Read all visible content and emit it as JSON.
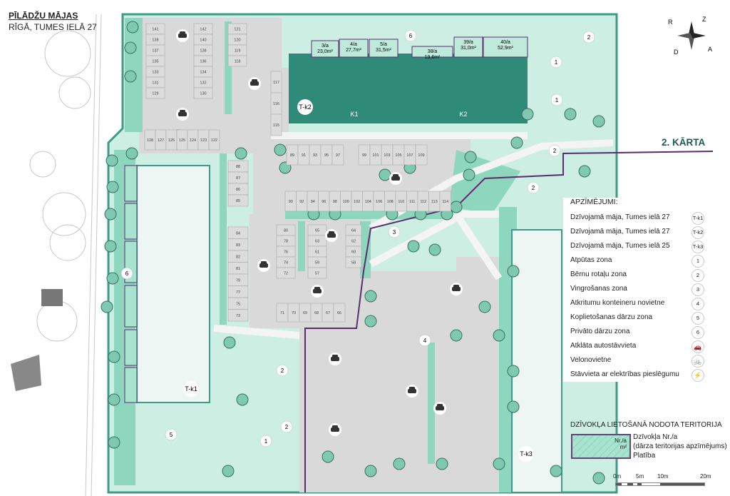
{
  "title": {
    "project": "PĪLĀDŽU MĀJAS",
    "address": "RĪGĀ, TUMES IELĀ 27"
  },
  "stage_label": "2. KĀRTA",
  "compass": {
    "n": "Z",
    "e": "A",
    "s": "D",
    "w": "R"
  },
  "buildings": {
    "tk1": "T-k1",
    "tk2": "T-k2",
    "tk3": "T-k3"
  },
  "entrances": {
    "k1": "K1",
    "k2": "K2"
  },
  "gardens": [
    {
      "nr": "3/a",
      "area": "23,0m²"
    },
    {
      "nr": "4/a",
      "area": "27,7m²"
    },
    {
      "nr": "5/a",
      "area": "31,5m²"
    },
    {
      "nr": "38/a",
      "area": "19,6m²"
    },
    {
      "nr": "39/a",
      "area": "31,0m²"
    },
    {
      "nr": "40/a",
      "area": "52,9m²"
    }
  ],
  "zone_markers": [
    "6",
    "2",
    "1",
    "1",
    "2",
    "2",
    "3",
    "4",
    "6",
    "2",
    "2",
    "5",
    "1"
  ],
  "parking": {
    "col_141": [
      "141",
      "139",
      "137",
      "135",
      "133",
      "131",
      "129"
    ],
    "col_142": [
      "142",
      "140",
      "138",
      "136",
      "134",
      "132",
      "130"
    ],
    "col_121": [
      "121",
      "120",
      "119",
      "118"
    ],
    "col_117": [
      "117",
      "116",
      "115"
    ],
    "row_128": [
      "128",
      "127",
      "126",
      "125",
      "124",
      "123",
      "122"
    ],
    "row_89": [
      "89",
      "91",
      "93",
      "95",
      "97"
    ],
    "row_99": [
      "99",
      "101",
      "103",
      "105",
      "107",
      "109"
    ],
    "row_90": [
      "90",
      "92",
      "94",
      "96",
      "98",
      "100",
      "102",
      "104",
      "106",
      "108",
      "110",
      "111",
      "112",
      "113",
      "114"
    ],
    "col_88": [
      "88",
      "87",
      "86",
      "85"
    ],
    "col_84": [
      "84",
      "83",
      "82",
      "81",
      "79",
      "77",
      "75",
      "73"
    ],
    "col_80": [
      "80",
      "78",
      "76",
      "74",
      "72"
    ],
    "col_65": [
      "65",
      "63",
      "61",
      "59",
      "57"
    ],
    "col_64": [
      "64",
      "62",
      "60",
      "58"
    ],
    "row_71": [
      "71",
      "70",
      "69",
      "68",
      "67",
      "66"
    ]
  },
  "legend": {
    "heading": "APZĪMĒJUMI:",
    "items": [
      {
        "label": "Dzīvojamā māja, Tumes ielā 27",
        "marker": "T-k1"
      },
      {
        "label": "Dzīvojamā māja, Tumes ielā 27",
        "marker": "T-k2"
      },
      {
        "label": "Dzīvojamā māja, Tumes ielā 25",
        "marker": "T-k3"
      },
      {
        "label": "Atpūtas zona",
        "marker": "1"
      },
      {
        "label": "Bērnu rotaļu zona",
        "marker": "2"
      },
      {
        "label": "Vingrošanas zona",
        "marker": "3"
      },
      {
        "label": "Atkritumu konteineru novietne",
        "marker": "4"
      },
      {
        "label": "Koplietošanas dārzu zona",
        "marker": "5"
      },
      {
        "label": "Privāto dārzu zona",
        "marker": "6"
      },
      {
        "label": "Atklāta autostāvvieta",
        "marker": "car-icon"
      },
      {
        "label": "Velonovietne",
        "marker": "bicycle-icon"
      },
      {
        "label": "Stāvvieta ar elektrības pieslēgumu",
        "marker": "ev-charger-icon"
      }
    ]
  },
  "ownership": {
    "heading": "DZĪVOKĻA LIETOŠANĀ NODOTA TERITORIJA",
    "swatch_nr": "Nr./a",
    "swatch_area": "m²",
    "line1": "Dzīvokļa Nr./a",
    "line2": "(dārza teritorijas apzīmējums)",
    "line3": "Platība"
  },
  "scale": [
    "0m",
    "5m",
    "10m",
    "20m"
  ],
  "colors": {
    "lawn": "#cdeee2",
    "green": "#8fd6bf",
    "teal": "#3e9c86",
    "building_dark": "#2f8a77",
    "paving": "#d9d9d9",
    "boundary": "#5b2d6e"
  }
}
